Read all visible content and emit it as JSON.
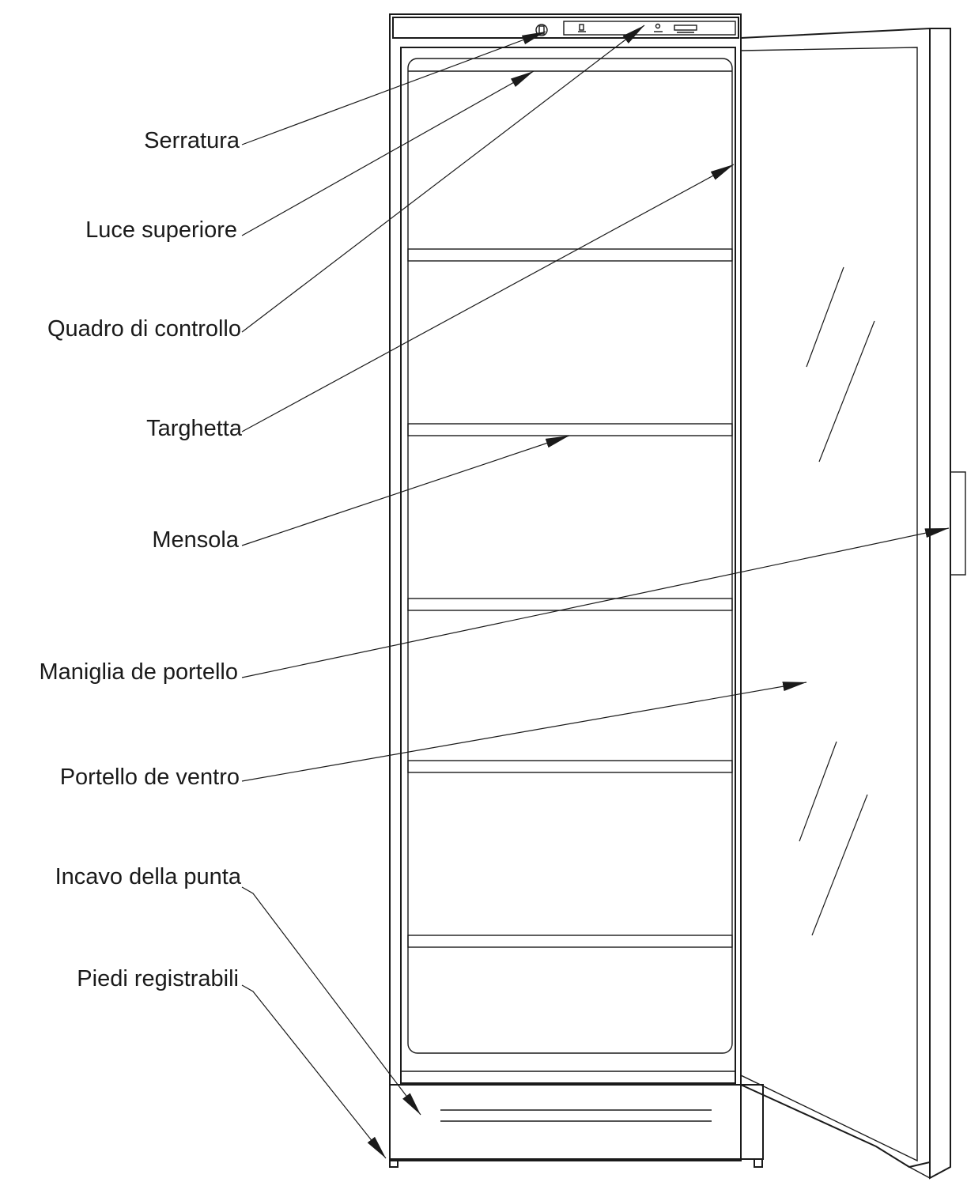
{
  "diagram": {
    "callouts": [
      {
        "id": "lock",
        "label": "Serratura"
      },
      {
        "id": "top-light",
        "label": "Luce superiore"
      },
      {
        "id": "control-panel",
        "label": "Quadro di controllo"
      },
      {
        "id": "rating-plate",
        "label": "Targhetta"
      },
      {
        "id": "shelf",
        "label": "Mensola"
      },
      {
        "id": "door-handle",
        "label": "Maniglia de portello"
      },
      {
        "id": "glass-door",
        "label": "Portello de ventro"
      },
      {
        "id": "toe-recess",
        "label": "Incavo della punta"
      },
      {
        "id": "adjustable-feet",
        "label": "Piedi registrabili"
      }
    ]
  }
}
